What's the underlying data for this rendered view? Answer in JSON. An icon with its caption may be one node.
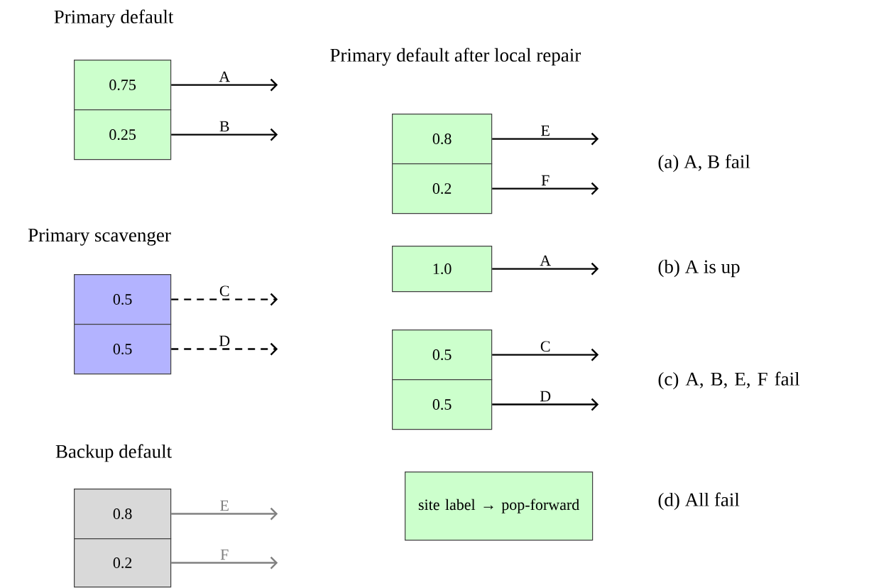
{
  "diagram": {
    "nodes": [
      {
        "text": [
          "0.75"
        ]
      },
      {
        "text": [
          "0.25"
        ]
      },
      {
        "text": [
          "0.5"
        ]
      },
      {
        "text": [
          "0.5"
        ]
      },
      {
        "text": [
          "0.8"
        ]
      },
      {
        "text": [
          "0.2"
        ]
      },
      {
        "text": [
          "0.8"
        ]
      },
      {
        "text": [
          "0.2"
        ]
      },
      {
        "text": [
          "1.0"
        ]
      },
      {
        "text": [
          "0.5"
        ]
      },
      {
        "text": [
          "0.5"
        ]
      },
      {
        "text": [
          "site label → pop-forward"
        ]
      }
    ],
    "edges": [
      {
        "from": 0,
        "to": null,
        "arrow": "to",
        "label": "A"
      },
      {
        "from": 1,
        "to": null,
        "arrow": "to",
        "label": "B"
      },
      {
        "from": 2,
        "to": null,
        "arrow": "to",
        "label": "C",
        "style": "dashed"
      },
      {
        "from": 3,
        "to": null,
        "arrow": "to",
        "label": "D",
        "style": "dashed"
      },
      {
        "from": 4,
        "to": null,
        "arrow": "to",
        "label": "E",
        "color": "#808080"
      },
      {
        "from": 5,
        "to": null,
        "arrow": "to",
        "label": "F",
        "color": "#808080"
      },
      {
        "from": 6,
        "to": null,
        "arrow": "to",
        "label": "E"
      },
      {
        "from": 7,
        "to": null,
        "arrow": "to",
        "label": "F"
      },
      {
        "from": 8,
        "to": null,
        "arrow": "to",
        "label": "A"
      },
      {
        "from": 9,
        "to": null,
        "arrow": "to",
        "label": "C"
      },
      {
        "from": 10,
        "to": null,
        "arrow": "to",
        "label": "D"
      }
    ],
    "labels": [
      "Primary default",
      "Primary default after local repair",
      "Primary scavenger",
      "Backup default",
      "(a) A, B fail",
      "(b) A is up",
      "(c) A, B, E, F fail",
      "(d) All fail"
    ]
  }
}
